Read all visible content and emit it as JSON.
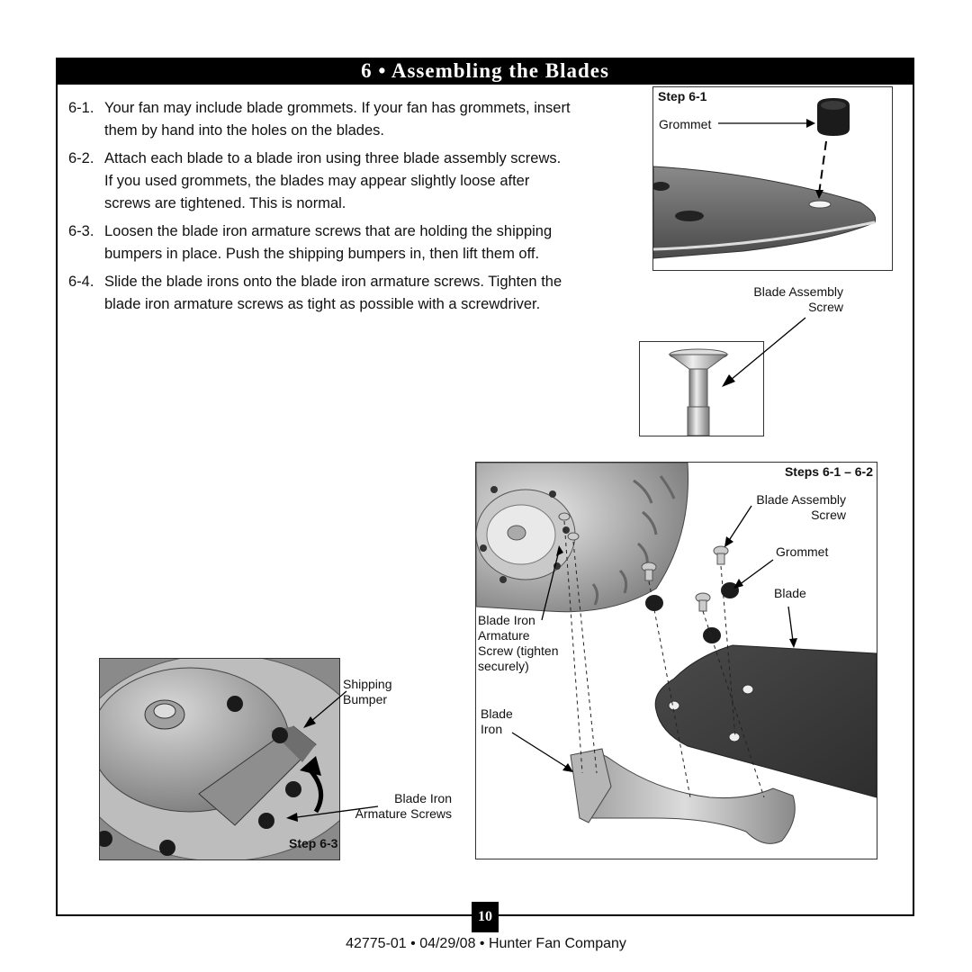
{
  "header": {
    "title": "6 • Assembling the Blades"
  },
  "instructions": [
    {
      "num": "6-1.",
      "text": "Your fan may include blade grommets. If your fan has grommets, insert them by hand into the holes on the blades."
    },
    {
      "num": "6-2.",
      "text": "Attach each blade to a blade iron using three blade assembly screws. If you used grommets, the blades may appear slightly loose after screws are tightened. This is normal."
    },
    {
      "num": "6-3.",
      "text": "Loosen the blade iron armature screws that are holding the shipping bumpers in place. Push the shipping bumpers in, then lift them off."
    },
    {
      "num": "6-4.",
      "text": "Slide the blade irons onto the blade iron armature screws. Tighten the blade iron armature screws as tight as possible with a screwdriver."
    }
  ],
  "figure_grommet": {
    "step": "Step 6-1",
    "label": "Grommet"
  },
  "figure_screw": {
    "label_line1": "Blade Assembly",
    "label_line2": "Screw"
  },
  "figure_assembly": {
    "step": "Steps 6-1 – 6-2",
    "screw_line1": "Blade Assembly",
    "screw_line2": "Screw",
    "grommet": "Grommet",
    "blade": "Blade",
    "armature_line1": "Blade Iron",
    "armature_line2": "Armature",
    "armature_line3": "Screw (tighten",
    "armature_line4": "securely)",
    "iron_line1": "Blade",
    "iron_line2": "Iron"
  },
  "figure_bumper": {
    "shipping_line1": "Shipping",
    "shipping_line2": "Bumper",
    "armature_line1": "Blade Iron",
    "armature_line2": "Armature Screws",
    "step": "Step 6-3"
  },
  "page": {
    "number": "10"
  },
  "footer": {
    "text": "42775-01 • 04/29/08 • Hunter Fan Company"
  }
}
